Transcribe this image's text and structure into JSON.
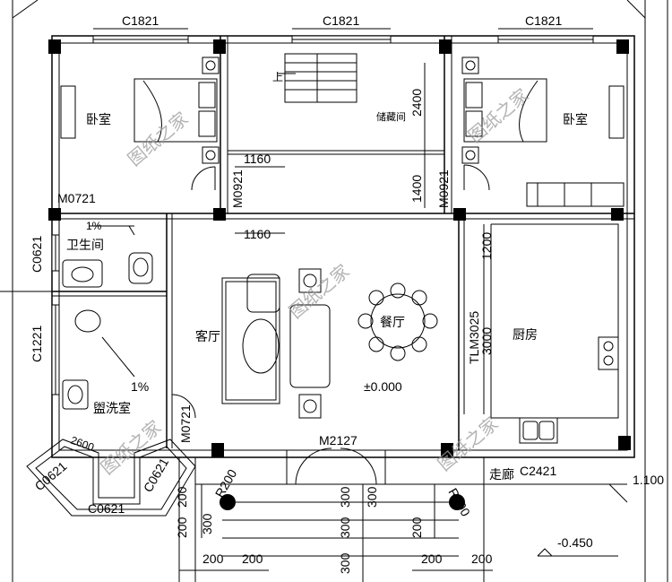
{
  "rooms": {
    "bedroom_left": "卧室",
    "bedroom_right": "卧室",
    "storage": "储藏间",
    "bathroom": "卫生间",
    "washroom": "盥洗室",
    "living": "客厅",
    "dining": "餐厅",
    "kitchen": "厨房",
    "corridor": "走廊",
    "stair_up": "上"
  },
  "windows": {
    "top_left": "C1821",
    "top_mid": "C1821",
    "top_right": "C1821",
    "bath_side": "C0621",
    "wash_side": "C1221",
    "bay_left": "C0621",
    "bay_mid": "C0621",
    "bay_right": "C0621",
    "corridor": "C2421"
  },
  "doors": {
    "m0721_top": "M0721",
    "m0921_left": "M0921",
    "m0921_right": "M0921",
    "m0721_side": "M0721",
    "main": "M2127",
    "tlm": "TLM3025"
  },
  "dimensions": {
    "d1160_a": "1160",
    "d1160_b": "1160",
    "d2400": "2400",
    "d1400": "1400",
    "d1200": "1200",
    "d3000": "3000",
    "d1100": "1.100",
    "d2600": "2600",
    "d200_1": "200",
    "d200_2": "200",
    "d200_3": "200",
    "d200_4": "200",
    "d200_5": "200",
    "d200_6": "200",
    "d200_7": "200",
    "d300_1": "300",
    "d300_2": "300",
    "d300_3": "300",
    "d300_4": "300",
    "d300_5": "300",
    "r200_left": "R200",
    "r200_right": "R200"
  },
  "annotations": {
    "level_floor": "±0.000",
    "level_outdoor": "-0.450",
    "slope_bath": "1%",
    "slope_wash": "1%"
  },
  "watermark": "图纸之家"
}
